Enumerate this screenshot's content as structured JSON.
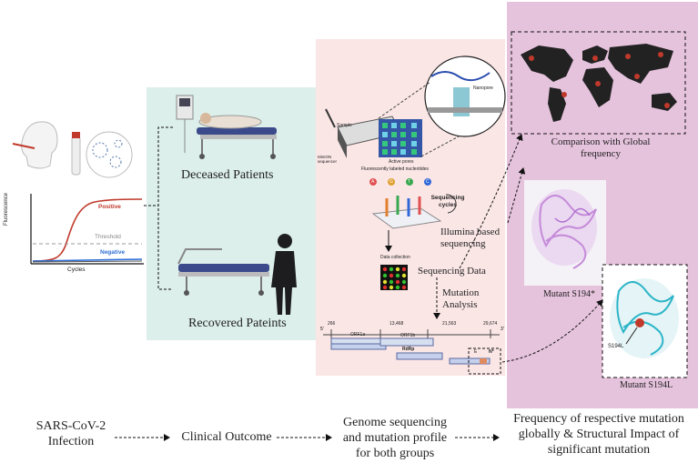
{
  "panels": {
    "clinical": {
      "deceased_label": "Deceased Patients",
      "recovered_label": "Recovered Pateints"
    },
    "pcr": {
      "positive": "Positive",
      "threshold": "Threshold",
      "negative": "Negative",
      "ylabel": "Fluorescence",
      "xlabel": "Cycles"
    },
    "sequencing": {
      "sample": "Sample",
      "minion": "MinION sequencer",
      "active_pores": "Active pores",
      "fluor": "Fluorescently labeled nucleotides",
      "nanopore": "Nanopore",
      "nucleotides": [
        "A",
        "G",
        "T",
        "C"
      ],
      "cycles": "Sequencing cycles",
      "illumina": "Illumina based sequencing",
      "data_collection": "Data collection",
      "seq_data": "Sequencing Data",
      "mutation_analysis": "Mutation Analysis"
    },
    "genome": {
      "five_prime": "5'",
      "three_prime": "3'",
      "pos_266": "266",
      "pos_13468": "13,468",
      "pos_21563": "21,563",
      "pos_29674": "29,674",
      "orf1a": "ORF1a",
      "orf1b": "ORF1b",
      "rdrp": "RdRp",
      "e": "E",
      "n": "N*"
    },
    "global": {
      "comparison": "Comparison with Global frequency",
      "mutant_star": "Mutant S194*",
      "mutant_l": "Mutant S194L",
      "s194l_tag": "S194L"
    }
  },
  "flow": {
    "step1": "SARS-CoV-2 Infection",
    "step2": "Clinical Outcome",
    "step3": "Genome sequencing and mutation profile for both groups",
    "step4": "Frequency of  respective mutation globally & Structural Impact of significant mutation"
  },
  "colors": {
    "teal_panel": "#dcefea",
    "pink_panel": "#fbe6e6",
    "purple_panel": "#e6c3dd",
    "positive": "#c0392b",
    "negative": "#2f6fd6",
    "protein_star": "#c58ad9",
    "protein_l": "#2bb5c8"
  }
}
